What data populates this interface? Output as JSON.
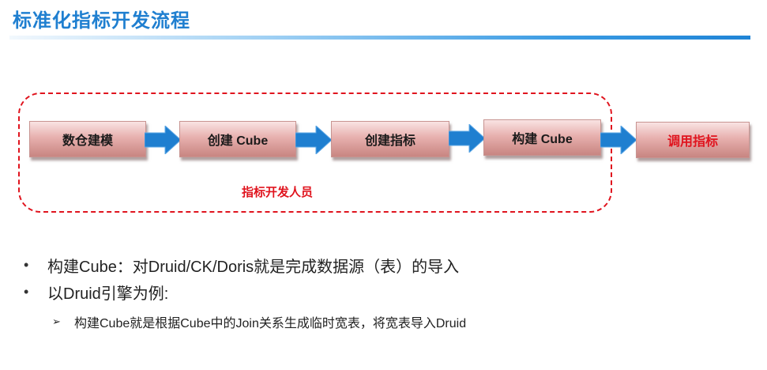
{
  "title": "标准化指标开发流程",
  "flow": {
    "steps": [
      {
        "label": "数仓建模"
      },
      {
        "label": "创建 Cube"
      },
      {
        "label": "创建指标"
      },
      {
        "label": "构建 Cube"
      },
      {
        "label": "调用指标"
      }
    ],
    "group_label": "指标开发人员"
  },
  "bullets": [
    {
      "marker": "•",
      "text": "构建Cube：对Druid/CK/Doris就是完成数据源（表）的导入"
    },
    {
      "marker": "•",
      "text": "以Druid引擎为例:"
    }
  ],
  "sub_bullets": [
    {
      "marker": "➢",
      "text": "构建Cube就是根据Cube中的Join关系生成临时宽表，将宽表导入Druid"
    }
  ],
  "colors": {
    "title": "#1f7fd0",
    "highlight_red": "#e0141e",
    "arrow_blue": "#1f7fd0",
    "step_fill": "#e7b0ae"
  },
  "icons": {
    "flow_arrow": "right-arrow-icon",
    "bullet": "bullet-dot-icon",
    "sub_bullet": "arrowhead-bullet-icon"
  }
}
